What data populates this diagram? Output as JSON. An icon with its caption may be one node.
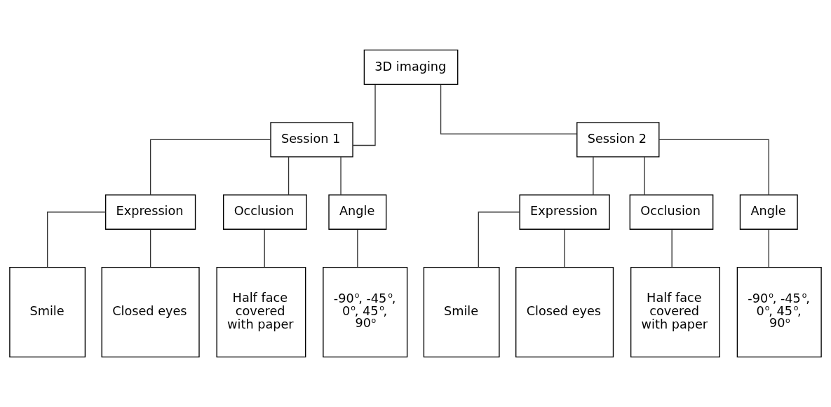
{
  "diagram": {
    "nodes": [
      {
        "text": [
          "3D imaging"
        ]
      },
      {
        "text": [
          "Session 1"
        ]
      },
      {
        "text": [
          "Session 2"
        ]
      },
      {
        "text": [
          "Expression"
        ]
      },
      {
        "text": [
          "Occlusion"
        ]
      },
      {
        "text": [
          "Angle"
        ]
      },
      {
        "text": [
          "Smile"
        ]
      },
      {
        "text": [
          "Closed eyes"
        ]
      },
      {
        "text": [
          "Half face covered with paper"
        ]
      },
      {
        "text": [
          "-90$^{o}$, -45$^{o}$, 0$^{o}$, 45$^{o}$, 90$^{o}$"
        ]
      },
      {
        "text": [
          "Expression"
        ]
      },
      {
        "text": [
          "Occlusion"
        ]
      },
      {
        "text": [
          "Angle"
        ]
      },
      {
        "text": [
          "Smile"
        ]
      },
      {
        "text": [
          "Closed eyes"
        ]
      },
      {
        "text": [
          "Half face covered with paper"
        ]
      },
      {
        "text": [
          "-90$^{o}$, -45$^{o}$, 0$^{o}$, 45$^{o}$, 90$^{o}$"
        ]
      }
    ],
    "edges": [
      {
        "from": 0,
        "to": 1,
        "arrow": "none"
      },
      {
        "from": 0,
        "to": 2,
        "arrow": "none"
      },
      {
        "from": 1,
        "to": 3,
        "arrow": "none"
      },
      {
        "from": 1,
        "to": 4,
        "arrow": "none"
      },
      {
        "from": 1,
        "to": 5,
        "arrow": "none"
      },
      {
        "from": 3,
        "to": 6,
        "arrow": "none"
      },
      {
        "from": 3,
        "to": 7,
        "arrow": "none"
      },
      {
        "from": 4,
        "to": 8,
        "arrow": "none"
      },
      {
        "from": 5,
        "to": 9,
        "arrow": "none"
      },
      {
        "from": 2,
        "to": 10,
        "arrow": "none"
      },
      {
        "from": 2,
        "to": 11,
        "arrow": "none"
      },
      {
        "from": 2,
        "to": 12,
        "arrow": "none"
      },
      {
        "from": 10,
        "to": 13,
        "arrow": "none"
      },
      {
        "from": 10,
        "to": 14,
        "arrow": "none"
      },
      {
        "from": 11,
        "to": 15,
        "arrow": "none"
      },
      {
        "from": 12,
        "to": 16,
        "arrow": "none"
      }
    ]
  }
}
